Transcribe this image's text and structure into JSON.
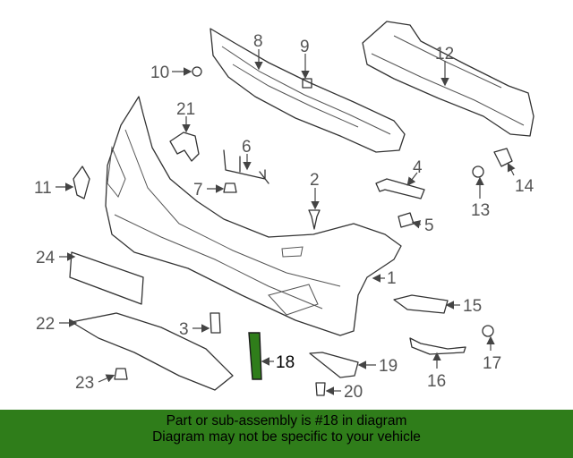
{
  "diagram": {
    "callouts": [
      "1",
      "2",
      "3",
      "4",
      "5",
      "6",
      "7",
      "8",
      "9",
      "10",
      "11",
      "12",
      "13",
      "14",
      "15",
      "16",
      "17",
      "18",
      "19",
      "20",
      "21",
      "22",
      "23",
      "24"
    ],
    "highlight_color": "#2f7d1a"
  },
  "banner": {
    "line1": "Part or sub-assembly is #18 in diagram",
    "line2": "Diagram may not be specific to your vehicle",
    "background": "#2f7d1a"
  }
}
